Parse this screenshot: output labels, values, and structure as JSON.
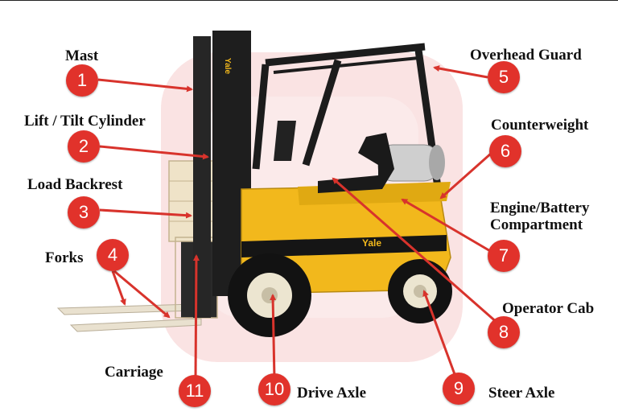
{
  "diagram": {
    "labels": [
      {
        "num": "1",
        "text": "Mast"
      },
      {
        "num": "2",
        "text": "Lift / Tilt Cylinder"
      },
      {
        "num": "3",
        "text": "Load Backrest"
      },
      {
        "num": "4",
        "text": "Forks"
      },
      {
        "num": "5",
        "text": "Overhead Guard"
      },
      {
        "num": "6",
        "text": "Counterweight"
      },
      {
        "num": "7",
        "text": "Engine/Battery Compartment"
      },
      {
        "num": "8",
        "text": "Operator Cab"
      },
      {
        "num": "9",
        "text": "Steer Axle"
      },
      {
        "num": "10",
        "text": "Drive Axle"
      },
      {
        "num": "11",
        "text": "Carriage"
      }
    ],
    "brand": "Yale",
    "colors": {
      "badge": "#e1322b",
      "arrow": "#d8332c",
      "body": "#f2b81c",
      "watermark": "#f4c0c0"
    }
  }
}
